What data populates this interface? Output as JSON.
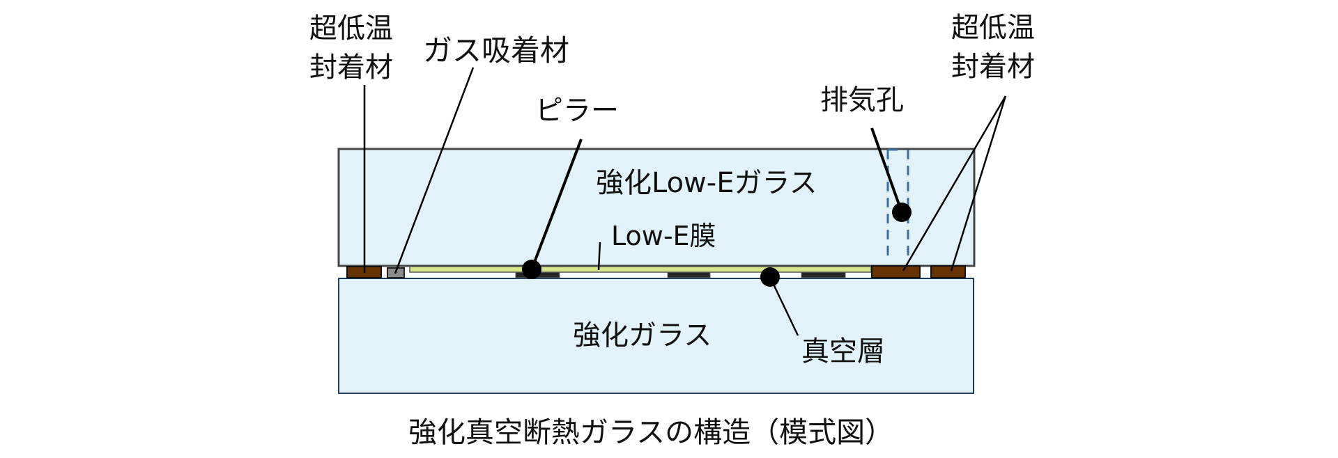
{
  "title": "強化真空断熱ガラスの構造（模式図）",
  "labels": {
    "seal_left_line1": "超低温",
    "seal_left_line2": "封着材",
    "gas_absorber": "ガス吸着材",
    "pillar": "ピラー",
    "exhaust_hole": "排気孔",
    "seal_right_line1": "超低温",
    "seal_right_line2": "封着材",
    "top_glass": "強化Low-Eガラス",
    "lowe_film": "Low-E膜",
    "bottom_glass": "強化ガラス",
    "vacuum_layer": "真空層"
  },
  "colors": {
    "glass_fill": "#e1f2f9",
    "top_glass_border": "#454545",
    "bottom_glass_border": "#1f3b5c",
    "seal": "#663300",
    "gas_absorber": "#8c8c8c",
    "lowe_film": "#d8e68a",
    "pillar": "#262626",
    "exhaust_dash": "#3a6e9e",
    "marker": "#000000"
  }
}
